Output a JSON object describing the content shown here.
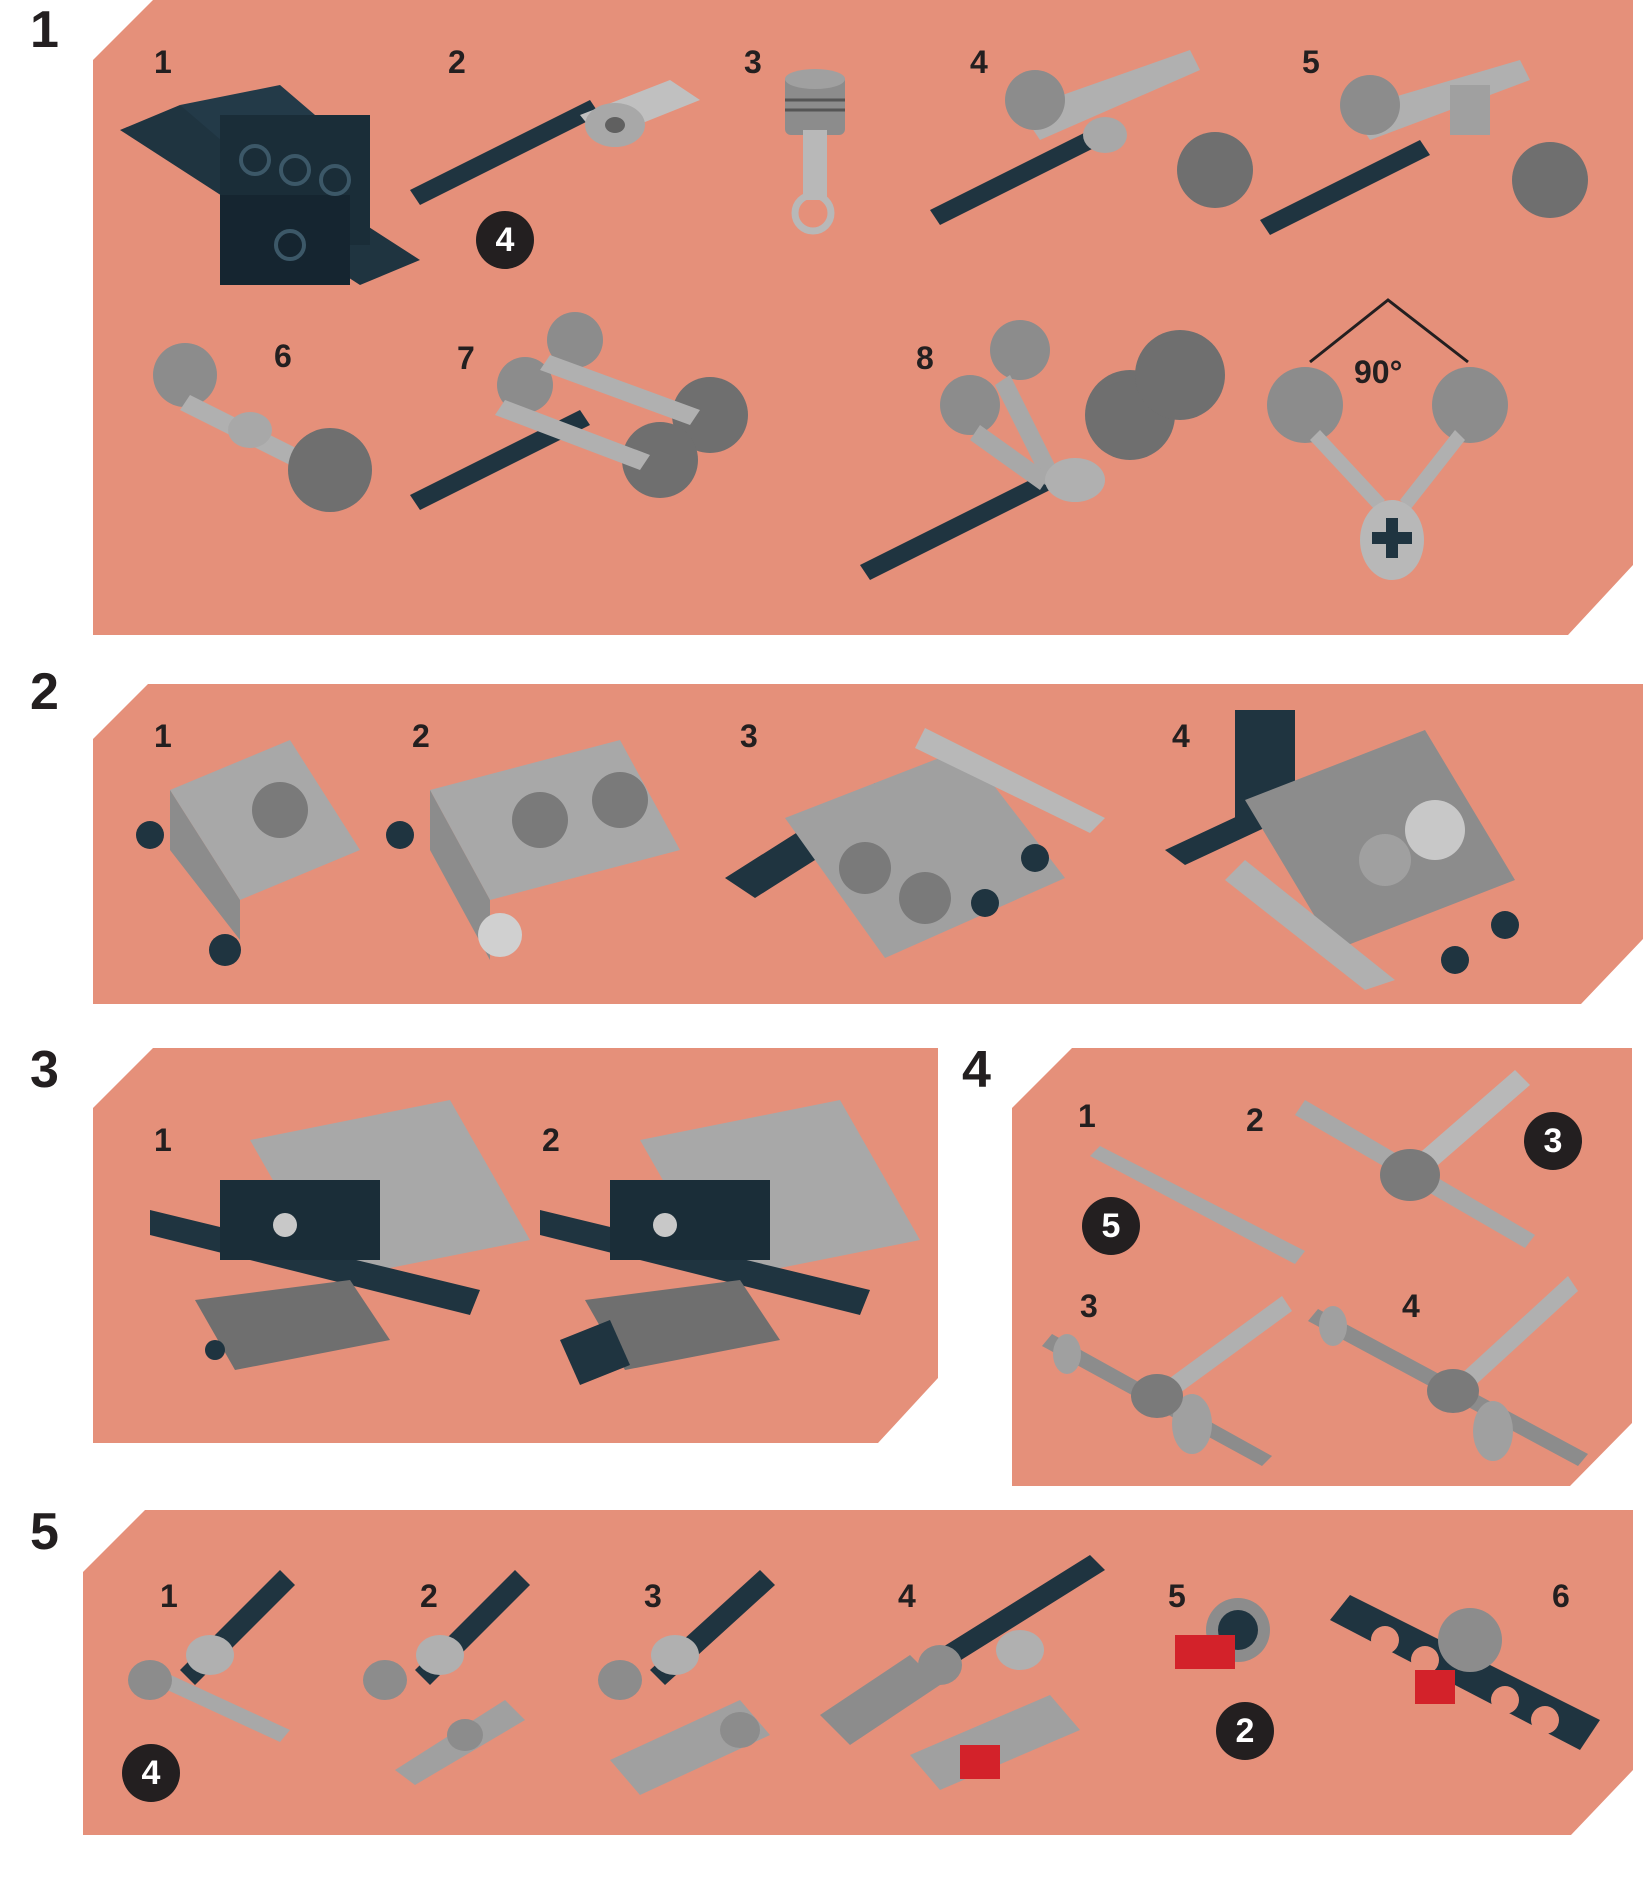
{
  "sections": [
    {
      "number": "1",
      "steps": [
        "1",
        "2",
        "3",
        "4",
        "5",
        "6",
        "7",
        "8"
      ],
      "callouts": [
        "4"
      ],
      "angle": "90°"
    },
    {
      "number": "2",
      "steps": [
        "1",
        "2",
        "3",
        "4"
      ]
    },
    {
      "number": "3",
      "steps": [
        "1",
        "2"
      ]
    },
    {
      "number": "4",
      "steps": [
        "1",
        "2",
        "3",
        "4"
      ],
      "callouts": [
        "5",
        "3"
      ]
    },
    {
      "number": "5",
      "steps": [
        "1",
        "2",
        "3",
        "4",
        "5",
        "6"
      ],
      "callouts": [
        "4",
        "2"
      ]
    }
  ],
  "colors": {
    "panel": "#e5907a",
    "dark_part": "#1f3440",
    "light_part": "#a8a8a8",
    "mid_part": "#808080",
    "red_part": "#d3222a",
    "ink": "#231f20"
  }
}
